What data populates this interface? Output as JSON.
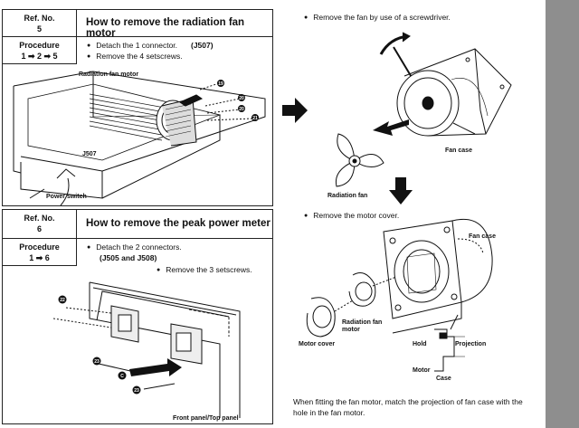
{
  "section5": {
    "ref_label": "Ref. No.",
    "ref_num": "5",
    "title": "How to remove the radiation fan motor",
    "procedure_label": "Procedure",
    "procedure_steps": "1 ➡ 2 ➡ 5",
    "steps": [
      "Detach the 1 connector.",
      "(J507)",
      "Remove the 4 setscrews."
    ],
    "callouts": {
      "fan_motor": "Radiation fan motor",
      "connector": "J507",
      "power_switch": "Power switch"
    }
  },
  "section6": {
    "ref_label": "Ref. No.",
    "ref_num": "6",
    "title": "How to remove the peak power meter",
    "procedure_label": "Procedure",
    "procedure_steps": "1 ➡ 6",
    "steps": [
      "Detach the 2 connectors.",
      "(J505 and J508)",
      "Remove the 3 setscrews."
    ],
    "callouts": {
      "front_panel": "Front panel/Top panel"
    }
  },
  "right": {
    "step1": "Remove the fan by use of a screwdriver.",
    "fan_case": "Fan case",
    "radiation_fan": "Radiation fan",
    "step2": "Remove the motor cover.",
    "fan_case2": "Fan case",
    "motor_cover": "Motor cover",
    "radiation_fan_motor": "Radiation fan motor",
    "hold": "Hold",
    "projection": "Projection",
    "motor": "Motor",
    "case": "Case",
    "note": "When fitting the fan motor, match the projection of fan case with the hole in the fan motor."
  },
  "colors": {
    "sidebar": "#8e8e8e",
    "ink": "#111111"
  }
}
